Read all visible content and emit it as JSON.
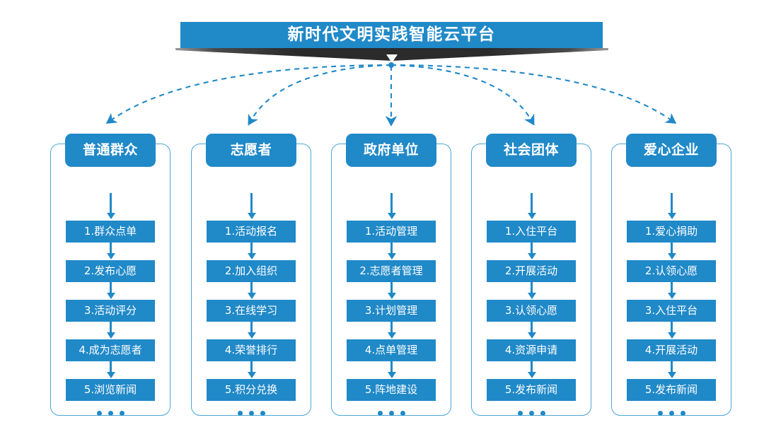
{
  "title": {
    "text": "新时代文明实践智能云平台"
  },
  "colors": {
    "primary": "#2089c8",
    "frame_border": "#4aa6d8",
    "shadow": "#2b2b2b",
    "background": "#ffffff",
    "text_on_primary": "#ffffff"
  },
  "ellipsis": "...",
  "columns": [
    {
      "header": "普通群众",
      "items": [
        "1.群众点单",
        "2.发布心愿",
        "3.活动评分",
        "4.成为志愿者",
        "5.浏览新闻"
      ]
    },
    {
      "header": "志愿者",
      "items": [
        "1.活动报名",
        "2.加入组织",
        "3.在线学习",
        "4.荣誉排行",
        "5.积分兑换"
      ]
    },
    {
      "header": "政府单位",
      "items": [
        "1.活动管理",
        "2.志愿者管理",
        "3.计划管理",
        "4.点单管理",
        "5.阵地建设"
      ]
    },
    {
      "header": "社会团体",
      "items": [
        "1.入住平台",
        "2.开展活动",
        "3.认领心愿",
        "4.资源申请",
        "5.发布新闻"
      ]
    },
    {
      "header": "爱心企业",
      "items": [
        "1.爱心捐助",
        "2.认领心愿",
        "3.入住平台",
        "4.开展活动",
        "5.发布新闻"
      ]
    }
  ]
}
